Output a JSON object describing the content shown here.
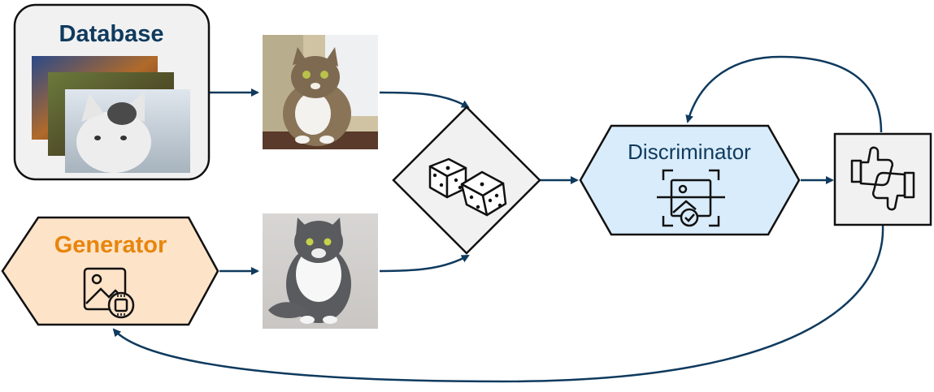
{
  "nodes": {
    "database": {
      "label": "Database"
    },
    "generator": {
      "label": "Generator"
    },
    "discriminator": {
      "label": "Discriminator"
    },
    "real_sample": {
      "icon": "real-cat-photo"
    },
    "fake_sample": {
      "icon": "generated-cat-photo"
    },
    "random_choice": {
      "icon": "dice-icon"
    },
    "feedback": {
      "icon": "thumbs-up-down-icon"
    }
  },
  "colors": {
    "arrow": "#0f3a5e",
    "generator_fill": "#fde3c8",
    "generator_text": "#e8850c",
    "discriminator_fill": "#d9ecfb",
    "discriminator_text": "#0f3a5e",
    "box_fill": "#f1f1f1",
    "stroke": "#111111"
  }
}
